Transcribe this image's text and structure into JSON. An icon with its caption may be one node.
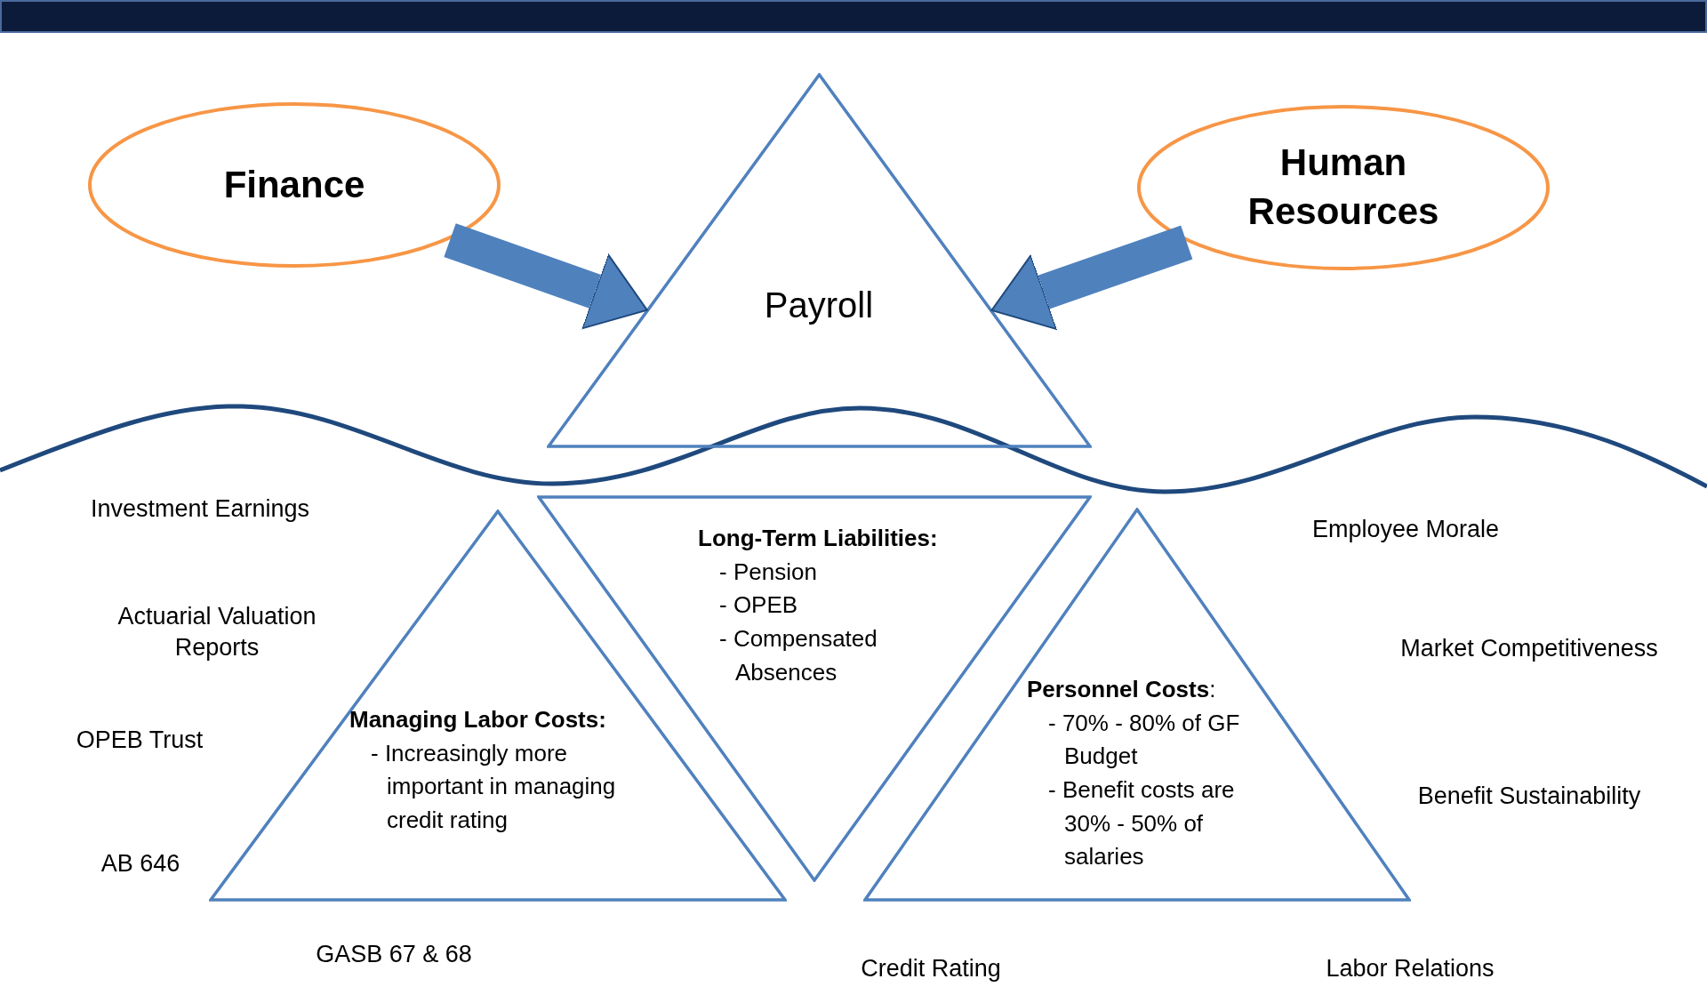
{
  "diagram": {
    "nodes": [
      {
        "text": [
          "Finance"
        ]
      },
      {
        "text": [
          "Human Resources"
        ]
      },
      {
        "text": [
          "Payroll"
        ]
      },
      {
        "text": [
          "Long-Term Liabilities:",
          "- Pension",
          "- OPEB",
          "- Compensated Absences"
        ]
      },
      {
        "text": [
          "Managing Labor Costs:",
          "- Increasingly more important in managing credit rating"
        ]
      },
      {
        "text": [
          "**Personnel Costs**:",
          "- 70% - 80% of GF Budget",
          "- Benefit costs are 30% - 50% of salaries"
        ]
      }
    ],
    "edges": [
      {
        "from": 0,
        "to": 2,
        "arrow": "to"
      },
      {
        "from": 1,
        "to": 2,
        "arrow": "to"
      }
    ],
    "labels": [
      "Investment Earnings",
      "Employee Morale",
      "Actuarial Valuation Reports",
      "Market Competitiveness",
      "OPEB Trust",
      "Benefit Sustainability",
      "AB 646",
      "GASB 67 & 68",
      "Credit Rating",
      "Labor Relations"
    ]
  }
}
